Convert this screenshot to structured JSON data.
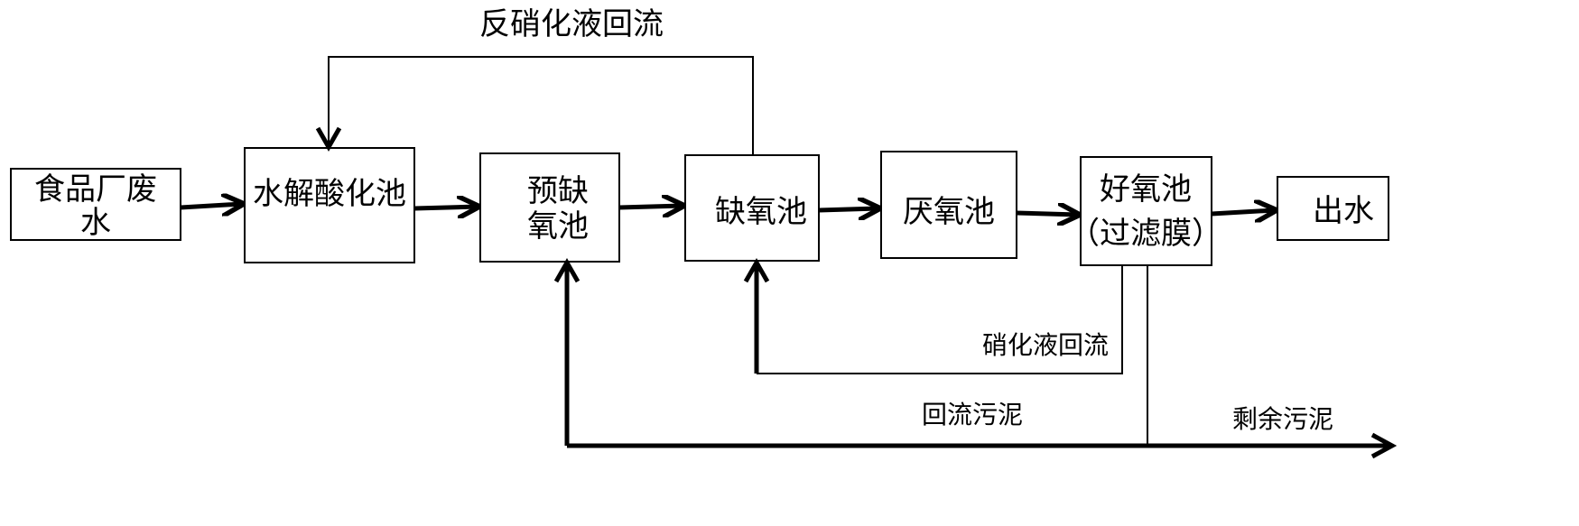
{
  "nodes": {
    "wastewater": {
      "line1": "食品厂废",
      "line2": "水"
    },
    "hydrolysis": {
      "label": "水解酸化池"
    },
    "pre_anoxic": {
      "line1": "预缺",
      "line2": "氧池"
    },
    "anoxic": {
      "label": "缺氧池"
    },
    "anaerobic": {
      "label": "厌氧池"
    },
    "aerobic": {
      "line1": "好氧池",
      "line2": "（过滤膜）"
    },
    "effluent": {
      "label": "出水"
    }
  },
  "flows": {
    "denitrified_recycle": "反硝化液回流",
    "nitrified_recycle": "硝化液回流",
    "return_sludge": "回流污泥",
    "excess_sludge": "剩余污泥"
  }
}
